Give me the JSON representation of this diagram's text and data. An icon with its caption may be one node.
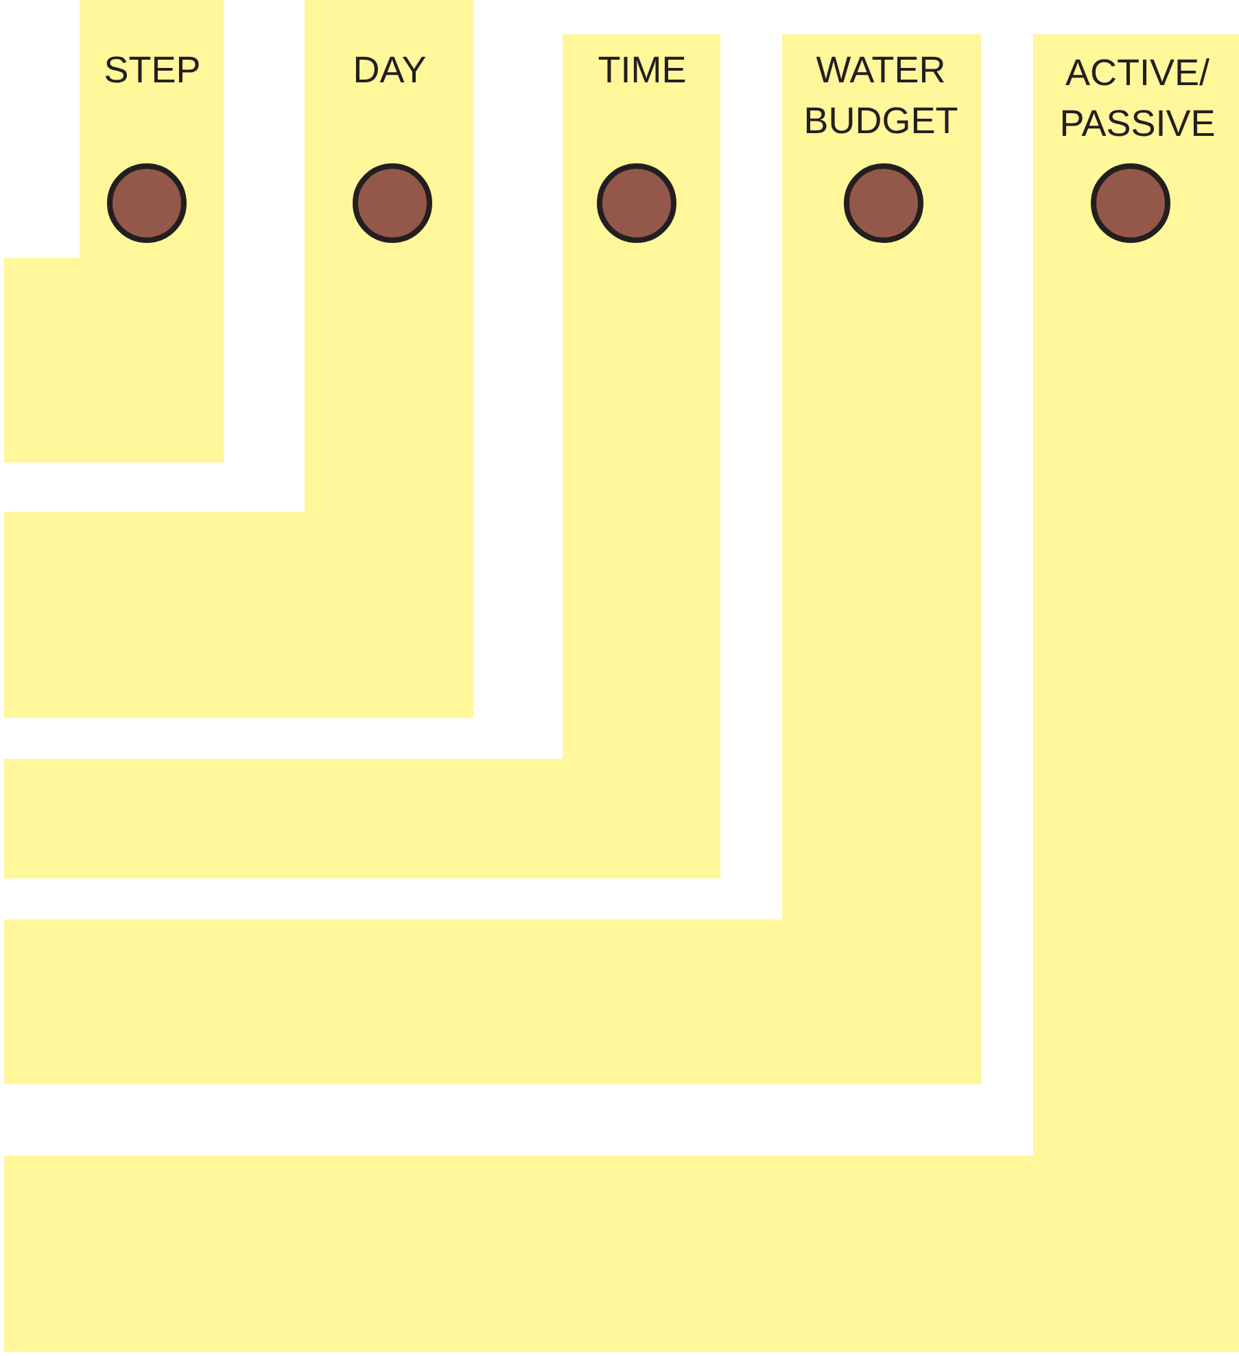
{
  "diagram": {
    "nodes": [
      {
        "text": [
          "STEP"
        ]
      },
      {
        "text": [
          "DAY"
        ]
      },
      {
        "text": [
          "TIME"
        ]
      },
      {
        "text": [
          "WATER BUDGET"
        ]
      },
      {
        "text": [
          "ACTIVE/ PASSIVE"
        ]
      }
    ]
  }
}
